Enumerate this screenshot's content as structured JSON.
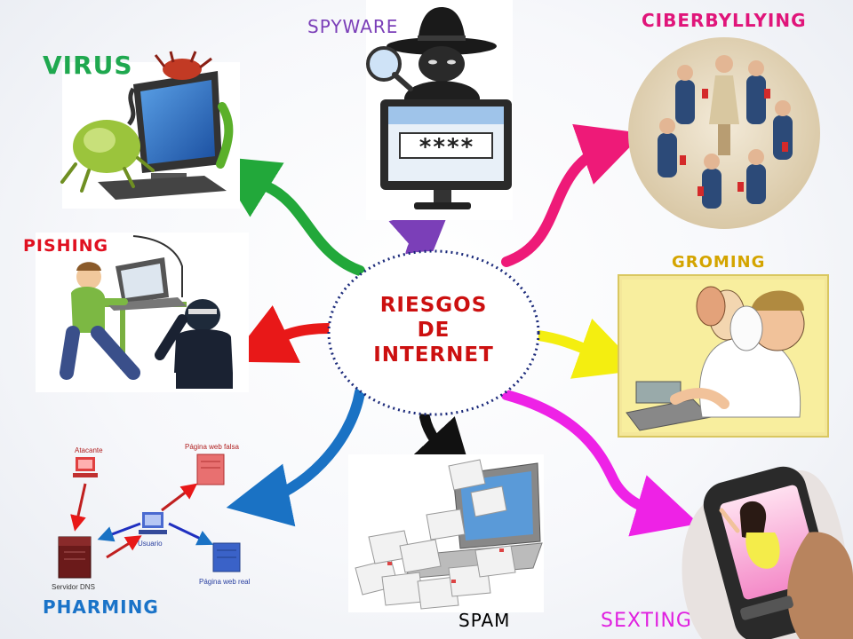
{
  "center": {
    "line1": "RIESGOS",
    "line2": "DE",
    "line3": "INTERNET"
  },
  "topics": {
    "virus": {
      "label": "VIRUS",
      "color": "#1fa84f"
    },
    "spyware": {
      "label": "SPYWARE",
      "color": "#7b3fb8"
    },
    "ciberbullying": {
      "label": "CIBERBYLLYING",
      "color": "#e0157a"
    },
    "pishing": {
      "label": "PISHING",
      "color": "#e01020"
    },
    "groming": {
      "label": "GROMING",
      "color": "#d4a400"
    },
    "pharming": {
      "label": "PHARMING",
      "color": "#1a73c8"
    },
    "spam": {
      "label": "SPAM",
      "color": "#000000"
    },
    "sexting": {
      "label": "SEXTING",
      "color": "#e020e0"
    }
  },
  "spyware_screen": {
    "password": "****"
  },
  "pharming_diagram": {
    "attacker": "Atacante",
    "fake_site": "Página web falsa",
    "user": "Usuario",
    "dns": "Servidor DNS",
    "real_site": "Página web real"
  },
  "arrow_colors": {
    "virus": "#22a83a",
    "spyware": "#7b3fb8",
    "ciberbullying": "#ee1a78",
    "pishing": "#e81818",
    "groming": "#f4ee10",
    "pharming": "#1a72c4",
    "spam": "#111111",
    "sexting": "#ee22e6"
  }
}
